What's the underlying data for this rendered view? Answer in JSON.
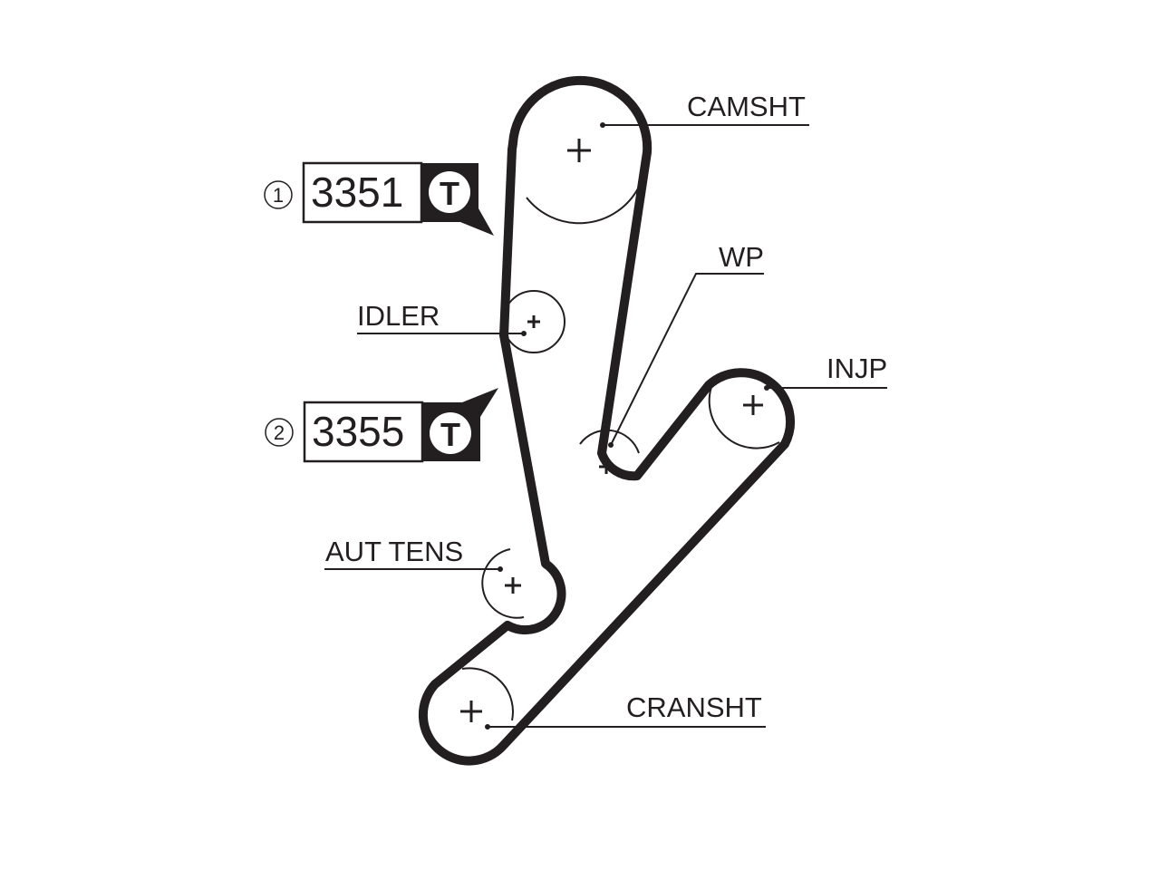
{
  "colors": {
    "ink": "#231f20",
    "background": "#ffffff"
  },
  "labels": {
    "camshaft": "CAMSHT",
    "water_pump": "WP",
    "idler": "IDLER",
    "injection_pump": "INJP",
    "auto_tensioner": "AUT TENS",
    "crankshaft": "CRANSHT"
  },
  "parts": [
    {
      "index": "1",
      "code": "3351",
      "badge": "T"
    },
    {
      "index": "2",
      "code": "3355",
      "badge": "T"
    }
  ],
  "icons": {
    "pulley_center": "plus-icon",
    "badge": "t-badge-icon",
    "pointer": "pointer-icon"
  }
}
